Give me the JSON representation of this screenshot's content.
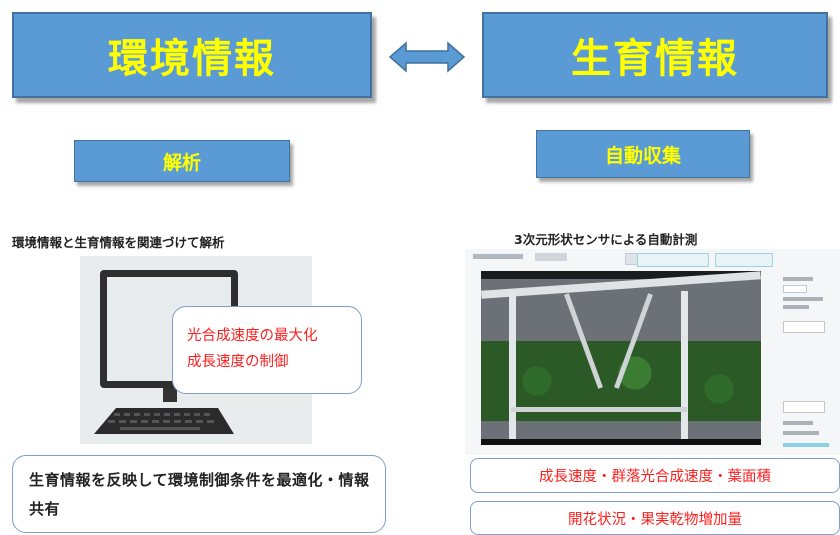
{
  "left_panel": {
    "title": "環境情報",
    "sub_label": "解析",
    "caption": "環境情報と生育情報を関連づけて解析",
    "bubble_line1": "光合成速度の最大化",
    "bubble_line2": "成長速度の制御",
    "bottom_text": "生育情報を反映して環境制御条件を最適化・情報共有"
  },
  "right_panel": {
    "title": "生育情報",
    "sub_label": "自動収集",
    "caption": "3次元形状センサによる自動計測",
    "result1": "成長速度・群落光合成速度・葉面積",
    "result2": "開花状況・果実乾物増加量"
  },
  "colors": {
    "box_fill": "#5b9bd5",
    "box_text": "#ffff00",
    "emphasis_red": "#ff2020"
  },
  "icons": [
    "double-arrow-icon",
    "computer-icon",
    "keyboard-icon"
  ]
}
